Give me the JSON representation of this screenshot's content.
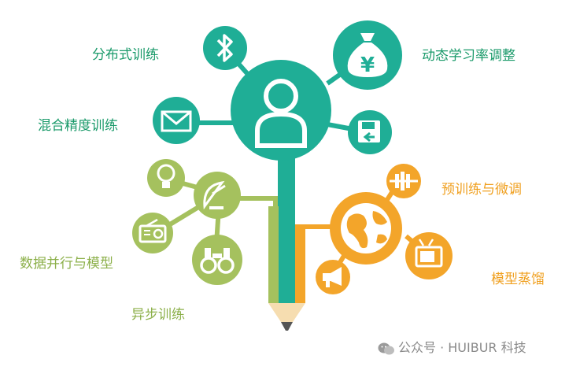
{
  "labels": {
    "distributed": "分布式训练",
    "lr": "动态学习率调整",
    "mixed": "混合精度训练",
    "pretrain": "预训练与微调",
    "parallel": "数据并行与模型",
    "distill": "模型蒸馏",
    "async": "异步训练"
  },
  "watermark": "公众号 · HUIBUR 科技",
  "colors": {
    "teal": "#1fae96",
    "lime": "#a5c15e",
    "orange": "#f3a52a",
    "white": "#ffffff"
  },
  "icons": {
    "hub": "user-icon",
    "bluetooth": "bluetooth-icon",
    "money": "money-bag-icon",
    "mail": "envelope-icon",
    "save": "save-icon",
    "bulb": "lightbulb-icon",
    "dish": "satellite-dish-icon",
    "radio": "radio-icon",
    "binoculars": "binoculars-icon",
    "globe": "globe-icon",
    "weight": "weight-icon",
    "tv": "tv-icon",
    "megaphone": "megaphone-icon"
  }
}
